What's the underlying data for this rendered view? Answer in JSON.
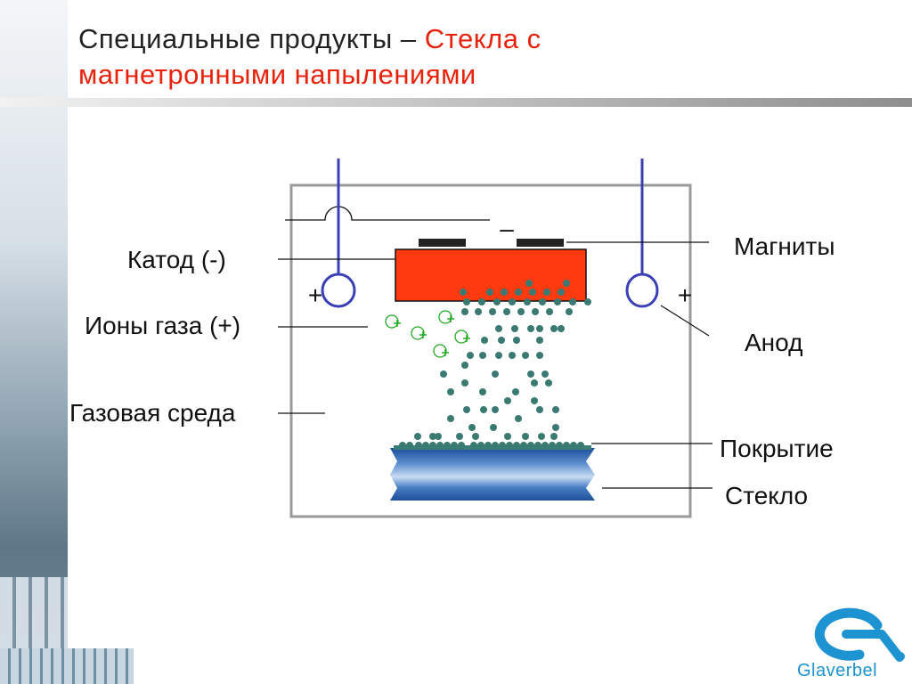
{
  "title": {
    "main": "Специальные продукты – ",
    "accent": "Стекла с",
    "line2": "магнетронными напылениями"
  },
  "labels": {
    "cathode": "Катод (-)",
    "gas_ions": "Ионы газа (+)",
    "gas_medium": "Газовая среда",
    "magnets": "Магниты",
    "anode": "Анод",
    "coating": "Покрытие",
    "glass": "Стекло"
  },
  "signs": {
    "minus": "–",
    "plus_left": "+",
    "plus_right": "+"
  },
  "logo": {
    "text": "Glaverbel"
  },
  "colors": {
    "cathode": "#ff3a10",
    "electrode": "#3a3fb5",
    "particle": "#3a7a73",
    "ion": "#22aa22",
    "chamber": "#9a9a9a",
    "accent": "#e8230d",
    "logo": "#1d93d2"
  }
}
